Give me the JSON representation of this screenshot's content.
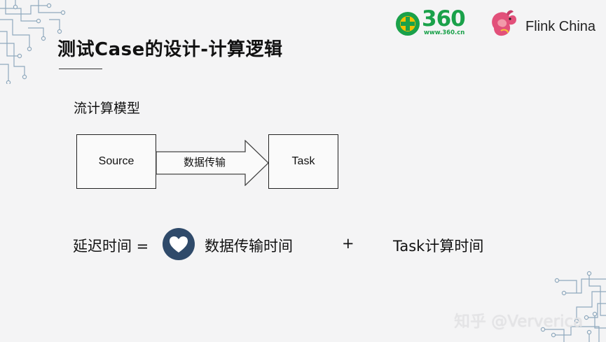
{
  "slide": {
    "title": "测试Case的设计-计算逻辑",
    "subtitle": "流计算模型"
  },
  "logos": {
    "brand_360_number": "360",
    "brand_360_url": "www.360.cn",
    "flink_text": "Flink China"
  },
  "diagram": {
    "source_label": "Source",
    "arrow_label": "数据传输",
    "task_label": "Task"
  },
  "formula": {
    "latency": "延迟时间 =",
    "transfer_time": "数据传输时间",
    "plus": "+",
    "compute_time": "Task计算时间"
  },
  "watermark": "知乎 @Ververica",
  "colors": {
    "heart_badge": "#2f4a6a",
    "brand_green": "#1aa14a",
    "brand_yellow": "#f2c000",
    "circuit": "#8fa9bd"
  },
  "icons": {
    "heart": "heart-icon",
    "logo_360": "360-logo-icon",
    "flink": "flink-squirrel-icon"
  }
}
